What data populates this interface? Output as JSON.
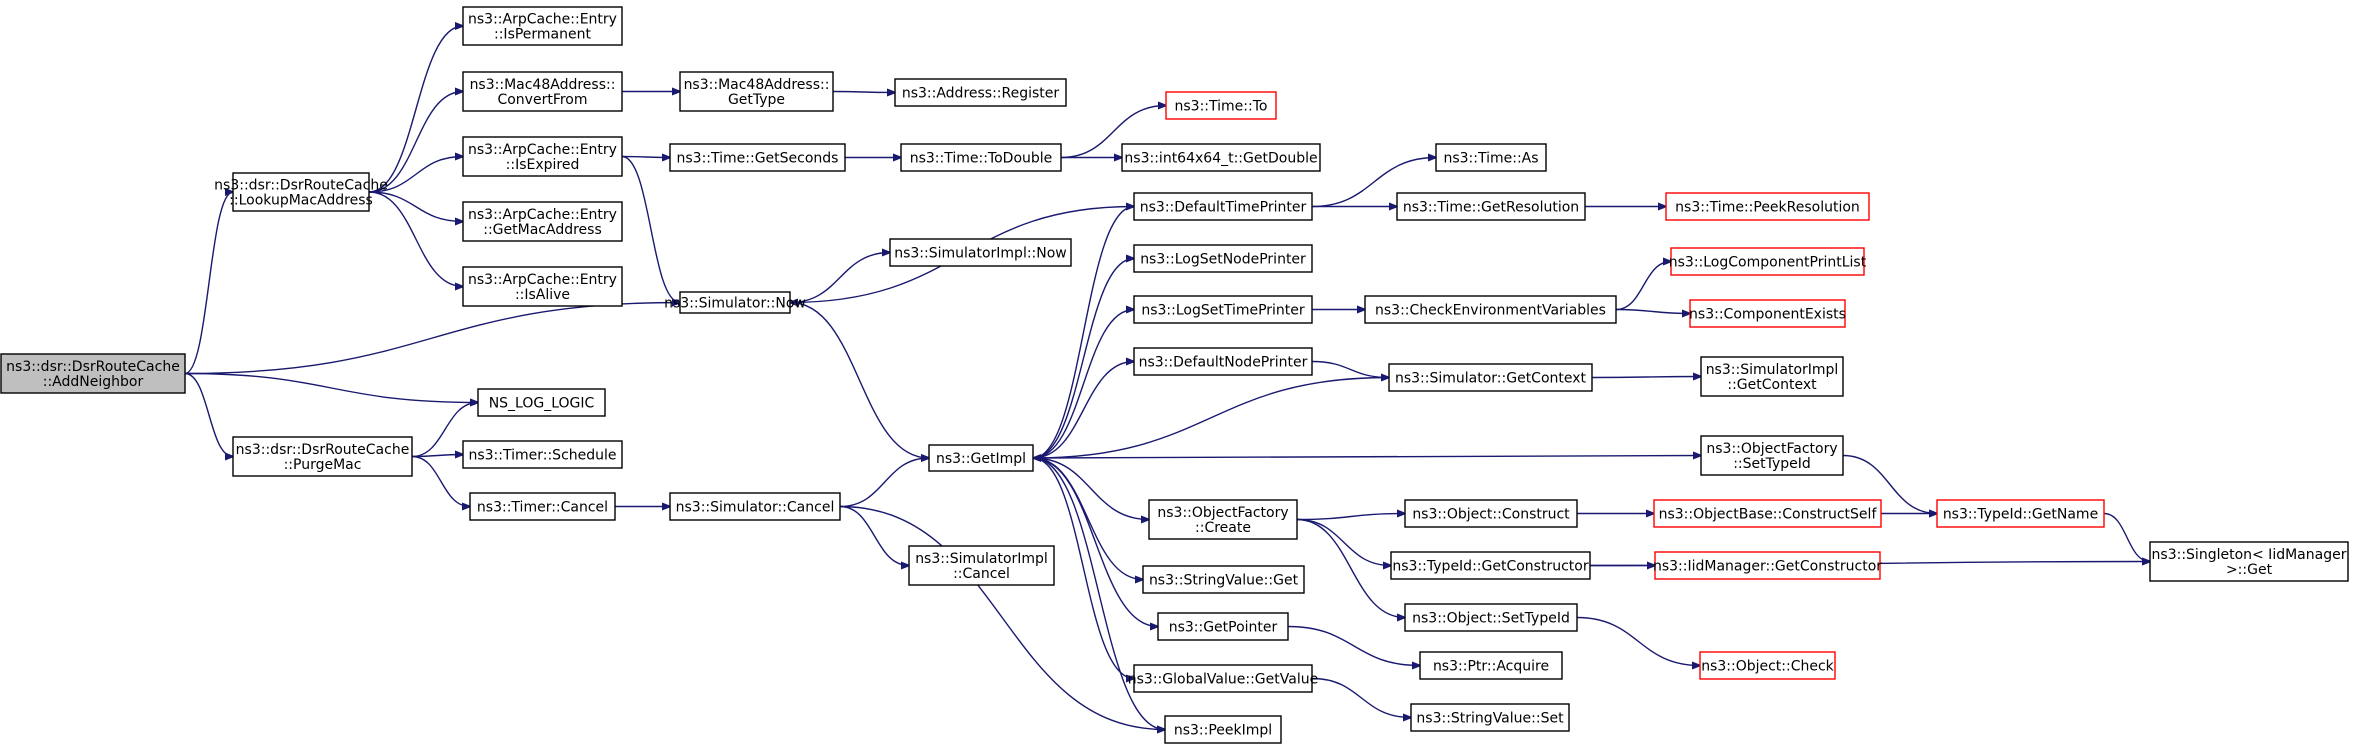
{
  "colors": {
    "edge": "#191970",
    "box_border": "#000000",
    "box_border_truncated": "#ff0000",
    "box_fill": "#ffffff",
    "root_fill": "#bfbfbf"
  },
  "nodes": [
    {
      "id": "n0",
      "lines": [
        "ns3::dsr::DsrRouteCache",
        "::AddNeighbor"
      ],
      "style": "root"
    },
    {
      "id": "n1",
      "lines": [
        "ns3::dsr::DsrRouteCache",
        "::LookupMacAddress"
      ],
      "style": "normal"
    },
    {
      "id": "n2",
      "lines": [
        "ns3::Simulator::Now"
      ],
      "style": "normal"
    },
    {
      "id": "n3",
      "lines": [
        "NS_LOG_LOGIC"
      ],
      "style": "normal"
    },
    {
      "id": "n4",
      "lines": [
        "ns3::dsr::DsrRouteCache",
        "::PurgeMac"
      ],
      "style": "normal"
    },
    {
      "id": "n5",
      "lines": [
        "ns3::ArpCache::Entry",
        "::IsPermanent"
      ],
      "style": "normal"
    },
    {
      "id": "n6",
      "lines": [
        "ns3::Mac48Address::",
        "ConvertFrom"
      ],
      "style": "normal"
    },
    {
      "id": "n7",
      "lines": [
        "ns3::ArpCache::Entry",
        "::IsExpired"
      ],
      "style": "normal"
    },
    {
      "id": "n8",
      "lines": [
        "ns3::ArpCache::Entry",
        "::GetMacAddress"
      ],
      "style": "normal"
    },
    {
      "id": "n9",
      "lines": [
        "ns3::ArpCache::Entry",
        "::IsAlive"
      ],
      "style": "normal"
    },
    {
      "id": "n10",
      "lines": [
        "ns3::Timer::Schedule"
      ],
      "style": "normal"
    },
    {
      "id": "n11",
      "lines": [
        "ns3::Timer::Cancel"
      ],
      "style": "normal"
    },
    {
      "id": "n12",
      "lines": [
        "ns3::Mac48Address::",
        "GetType"
      ],
      "style": "normal"
    },
    {
      "id": "n13",
      "lines": [
        "ns3::Time::GetSeconds"
      ],
      "style": "normal"
    },
    {
      "id": "n14",
      "lines": [
        "ns3::SimulatorImpl::Now"
      ],
      "style": "normal"
    },
    {
      "id": "n15",
      "lines": [
        "ns3::GetImpl"
      ],
      "style": "normal"
    },
    {
      "id": "n16",
      "lines": [
        "ns3::Simulator::Cancel"
      ],
      "style": "normal"
    },
    {
      "id": "n17",
      "lines": [
        "ns3::Address::Register"
      ],
      "style": "normal"
    },
    {
      "id": "n18",
      "lines": [
        "ns3::Time::ToDouble"
      ],
      "style": "normal"
    },
    {
      "id": "n19",
      "lines": [
        "ns3::SimulatorImpl",
        "::Cancel"
      ],
      "style": "normal"
    },
    {
      "id": "n20",
      "lines": [
        "ns3::Time::To"
      ],
      "style": "truncated"
    },
    {
      "id": "n21",
      "lines": [
        "ns3::int64x64_t::GetDouble"
      ],
      "style": "normal"
    },
    {
      "id": "n22",
      "lines": [
        "ns3::DefaultTimePrinter"
      ],
      "style": "normal"
    },
    {
      "id": "n23",
      "lines": [
        "ns3::LogSetNodePrinter"
      ],
      "style": "normal"
    },
    {
      "id": "n24",
      "lines": [
        "ns3::LogSetTimePrinter"
      ],
      "style": "normal"
    },
    {
      "id": "n25",
      "lines": [
        "ns3::DefaultNodePrinter"
      ],
      "style": "normal"
    },
    {
      "id": "n26",
      "lines": [
        "ns3::ObjectFactory",
        "::Create"
      ],
      "style": "normal"
    },
    {
      "id": "n27",
      "lines": [
        "ns3::StringValue::Get"
      ],
      "style": "normal"
    },
    {
      "id": "n28",
      "lines": [
        "ns3::GetPointer"
      ],
      "style": "normal"
    },
    {
      "id": "n29",
      "lines": [
        "ns3::GlobalValue::GetValue"
      ],
      "style": "normal"
    },
    {
      "id": "n30",
      "lines": [
        "ns3::PeekImpl"
      ],
      "style": "normal"
    },
    {
      "id": "n31",
      "lines": [
        "ns3::Time::As"
      ],
      "style": "normal"
    },
    {
      "id": "n32",
      "lines": [
        "ns3::Time::GetResolution"
      ],
      "style": "normal"
    },
    {
      "id": "n33",
      "lines": [
        "ns3::CheckEnvironmentVariables"
      ],
      "style": "normal"
    },
    {
      "id": "n34",
      "lines": [
        "ns3::Simulator::GetContext"
      ],
      "style": "normal"
    },
    {
      "id": "n35",
      "lines": [
        "ns3::Object::Construct"
      ],
      "style": "normal"
    },
    {
      "id": "n36",
      "lines": [
        "ns3::TypeId::GetConstructor"
      ],
      "style": "normal"
    },
    {
      "id": "n37",
      "lines": [
        "ns3::Object::SetTypeId"
      ],
      "style": "normal"
    },
    {
      "id": "n38",
      "lines": [
        "ns3::Ptr::Acquire"
      ],
      "style": "normal"
    },
    {
      "id": "n39",
      "lines": [
        "ns3::StringValue::Set"
      ],
      "style": "normal"
    },
    {
      "id": "n40",
      "lines": [
        "ns3::Time::PeekResolution"
      ],
      "style": "truncated"
    },
    {
      "id": "n41",
      "lines": [
        "ns3::LogComponentPrintList"
      ],
      "style": "truncated"
    },
    {
      "id": "n42",
      "lines": [
        "ns3::ComponentExists"
      ],
      "style": "truncated"
    },
    {
      "id": "n43",
      "lines": [
        "ns3::SimulatorImpl",
        "::GetContext"
      ],
      "style": "normal"
    },
    {
      "id": "n44",
      "lines": [
        "ns3::ObjectFactory",
        "::SetTypeId"
      ],
      "style": "normal"
    },
    {
      "id": "n45",
      "lines": [
        "ns3::ObjectBase::ConstructSelf"
      ],
      "style": "truncated"
    },
    {
      "id": "n46",
      "lines": [
        "ns3::IidManager::GetConstructor"
      ],
      "style": "truncated"
    },
    {
      "id": "n47",
      "lines": [
        "ns3::Object::Check"
      ],
      "style": "truncated"
    },
    {
      "id": "n48",
      "lines": [
        "ns3::TypeId::GetName"
      ],
      "style": "truncated"
    },
    {
      "id": "n49",
      "lines": [
        "ns3::Singleton< IidManager",
        " >::Get"
      ],
      "style": "normal"
    }
  ],
  "edges": [
    [
      "n0",
      "n1"
    ],
    [
      "n0",
      "n2"
    ],
    [
      "n0",
      "n3"
    ],
    [
      "n0",
      "n4"
    ],
    [
      "n1",
      "n5"
    ],
    [
      "n1",
      "n6"
    ],
    [
      "n1",
      "n7"
    ],
    [
      "n1",
      "n8"
    ],
    [
      "n1",
      "n9"
    ],
    [
      "n4",
      "n3"
    ],
    [
      "n4",
      "n10"
    ],
    [
      "n4",
      "n11"
    ],
    [
      "n6",
      "n12"
    ],
    [
      "n7",
      "n13"
    ],
    [
      "n7",
      "n2"
    ],
    [
      "n11",
      "n16"
    ],
    [
      "n12",
      "n17"
    ],
    [
      "n13",
      "n18"
    ],
    [
      "n2",
      "n14"
    ],
    [
      "n2",
      "n15"
    ],
    [
      "n16",
      "n15"
    ],
    [
      "n16",
      "n19"
    ],
    [
      "n16",
      "n30"
    ],
    [
      "n18",
      "n20"
    ],
    [
      "n18",
      "n21"
    ],
    [
      "n15",
      "n22"
    ],
    [
      "n15",
      "n23"
    ],
    [
      "n15",
      "n24"
    ],
    [
      "n15",
      "n25"
    ],
    [
      "n15",
      "n26"
    ],
    [
      "n15",
      "n27"
    ],
    [
      "n15",
      "n28"
    ],
    [
      "n15",
      "n29"
    ],
    [
      "n15",
      "n30"
    ],
    [
      "n15",
      "n44"
    ],
    [
      "n22",
      "n2"
    ],
    [
      "n22",
      "n31"
    ],
    [
      "n22",
      "n32"
    ],
    [
      "n32",
      "n40"
    ],
    [
      "n24",
      "n33"
    ],
    [
      "n33",
      "n41"
    ],
    [
      "n33",
      "n42"
    ],
    [
      "n25",
      "n34"
    ],
    [
      "n34",
      "n43"
    ],
    [
      "n34",
      "n15"
    ],
    [
      "n26",
      "n35"
    ],
    [
      "n26",
      "n36"
    ],
    [
      "n26",
      "n37"
    ],
    [
      "n28",
      "n38"
    ],
    [
      "n29",
      "n39"
    ],
    [
      "n35",
      "n45"
    ],
    [
      "n36",
      "n46"
    ],
    [
      "n36",
      "n49"
    ],
    [
      "n37",
      "n47"
    ],
    [
      "n45",
      "n48"
    ],
    [
      "n44",
      "n48"
    ],
    [
      "n48",
      "n49"
    ]
  ]
}
